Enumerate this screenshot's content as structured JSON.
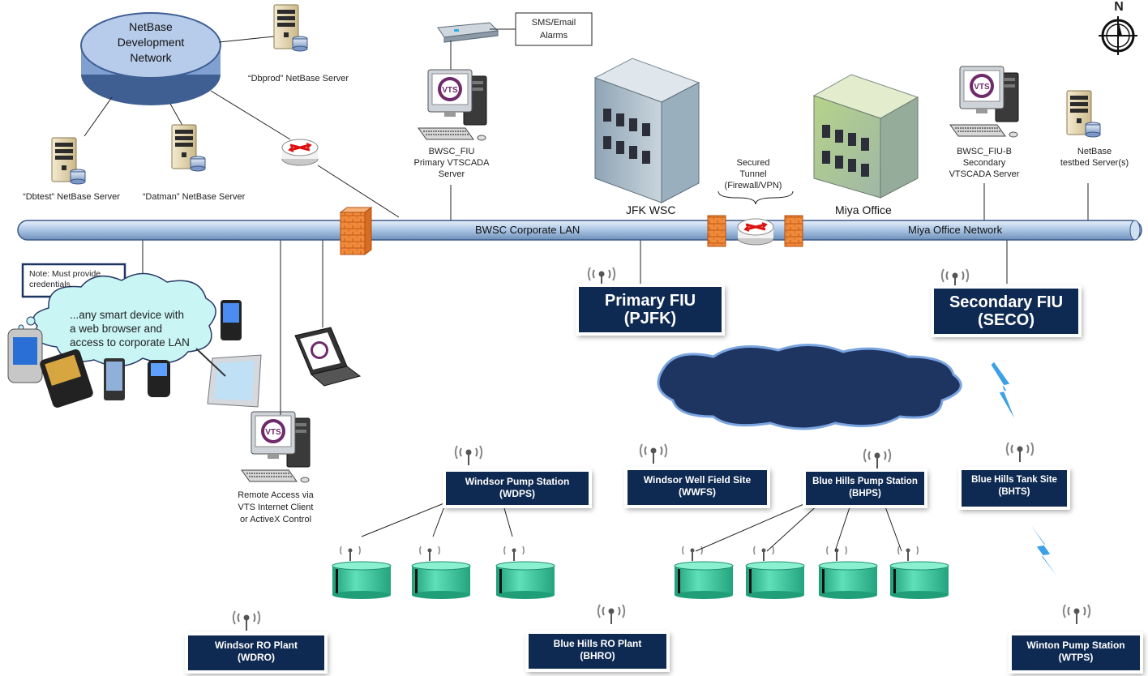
{
  "compass": {
    "letter": "N"
  },
  "netbase_cloud": {
    "line1": "NetBase",
    "line2": "Development",
    "line3": "Network"
  },
  "servers": {
    "dbprod": "“Dbprod” NetBase Server",
    "dbtest": "“Dbtest” NetBase Server",
    "datman": "“Datman” NetBase Server",
    "testbed_line1": "NetBase",
    "testbed_line2": "testbed Server(s)"
  },
  "alarms": {
    "line1": "SMS/Email",
    "line2": "Alarms"
  },
  "bwsc_fiu": {
    "line1": "BWSC_FIU",
    "line2": "Primary VTSCADA",
    "line3": "Server"
  },
  "bwsc_fiu_b": {
    "line1": "BWSC_FIU-B",
    "line2": "Secondary",
    "line3": "VTSCADA Server"
  },
  "tunnel": {
    "line1": "Secured",
    "line2": "Tunnel",
    "line3": "(Firewall/VPN)"
  },
  "buildings": {
    "jfk": "JFK WSC",
    "miya": "Miya Office"
  },
  "networks": {
    "bwsc_lan": "BWSC Corporate LAN",
    "miya_net": "Miya Office Network"
  },
  "note": {
    "line1": "Note: Must provide",
    "line2": "credentials."
  },
  "smart_cloud": {
    "line1": "...any smart device with",
    "line2": "a web browser and",
    "line3": "access to corporate LAN"
  },
  "remote_access": {
    "line1": "Remote Access via",
    "line2": "VTS Internet Client",
    "line3": "or ActiveX Control"
  },
  "sites": {
    "pjfk": {
      "name": "Primary FIU",
      "code": "(PJFK)"
    },
    "seco": {
      "name": "Secondary FIU",
      "code": "(SECO)"
    },
    "wdps": {
      "name": "Windsor Pump Station",
      "code": "(WDPS)"
    },
    "wwfs": {
      "name": "Windsor Well Field Site",
      "code": "(WWFS)"
    },
    "bhps": {
      "name": "Blue Hills Pump Station",
      "code": "(BHPS)"
    },
    "bhts": {
      "name": "Blue Hills Tank Site",
      "code": "(BHTS)"
    },
    "wdro": {
      "name": "Windsor RO Plant",
      "code": "(WDRO)"
    },
    "bhro": {
      "name": "Blue Hills RO Plant",
      "code": "(BHRO)"
    },
    "wtps": {
      "name": "Winton Pump Station",
      "code": "(WTPS)"
    }
  },
  "colors": {
    "navy": "#0f2a52",
    "tank": "#33c49a",
    "lan": "#a9c4e4",
    "cloud_cyan": "#c9f5f5",
    "cloud_dark": "#1e3461",
    "lightning": "#3aa0e8"
  }
}
